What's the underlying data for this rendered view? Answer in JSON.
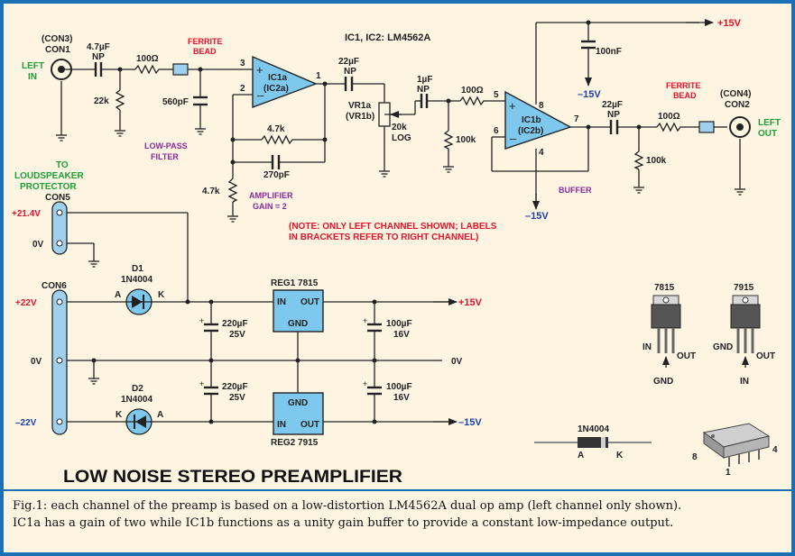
{
  "colors": {
    "border": "#1a6fb5",
    "background": "#fdf5e2",
    "opamp": "#7ec8ee",
    "ferrite": "#9fd0ee",
    "wire": "#222222",
    "red": "#e8102a",
    "green": "#1e9e3a",
    "blue": "#1a3fae",
    "purple": "#8b2a9e"
  },
  "header": {
    "ic_note": "IC1, IC2: LM4562A"
  },
  "supply_labels": {
    "p15_top": "+15V",
    "m15_ic1": "–15V",
    "m15_ic2": "–15V",
    "p21": "+21.4V",
    "p22": "+22V",
    "m22": "–22V",
    "p15_out": "+15V",
    "m15_out": "–15V",
    "ov_left1": "0V",
    "ov_left2": "0V",
    "ov_right": "0V"
  },
  "input": {
    "con3": "(CON3)",
    "con1": "CON1",
    "left": "LEFT",
    "in": "IN"
  },
  "output": {
    "con4": "(CON4)",
    "con2": "CON2",
    "left": "LEFT",
    "out": "OUT"
  },
  "components": {
    "c_in_val": "4.7µF",
    "c_in_np": "NP",
    "r_in": "100Ω",
    "ferrite1_l1": "FERRITE",
    "ferrite1_l2": "BEAD",
    "r22k": "22k",
    "c560": "560pF",
    "lowpass_l1": "LOW-PASS",
    "lowpass_l2": "FILTER",
    "r47k_fb": "4.7k",
    "c270": "270pF",
    "r47k_gnd": "4.7k",
    "amp_l1": "AMPLIFIER",
    "amp_l2": "GAIN = 2",
    "c22_1_val": "22µF",
    "c22_1_np": "NP",
    "vr_name": "VR1a",
    "vr_name2": "(VR1b)",
    "vr_val": "20k",
    "vr_log": "LOG",
    "c1_val": "1µF",
    "c1_np": "NP",
    "r100_2": "100Ω",
    "r100k_1": "100k",
    "c100n": "100nF",
    "c22_2_val": "22µF",
    "c22_2_np": "NP",
    "r100_3": "100Ω",
    "r100k_2": "100k",
    "ferrite2_l1": "FERRITE",
    "ferrite2_l2": "BEAD",
    "buffer": "BUFFER"
  },
  "opamps": {
    "ic1a": {
      "name": "IC1a",
      "name2": "(IC2a)",
      "pin_p": "3",
      "pin_n": "2",
      "pin_out": "1"
    },
    "ic1b": {
      "name": "IC1b",
      "name2": "(IC2b)",
      "pin_p": "5",
      "pin_n": "6",
      "pin_out": "7",
      "pin_vp": "8",
      "pin_vn": "4"
    }
  },
  "note": {
    "line1": "(NOTE: ONLY LEFT CHANNEL SHOWN; LABELS",
    "line2": "IN BRACKETS REFER TO RIGHT CHANNEL)"
  },
  "protector": {
    "l1": "TO",
    "l2": "LOUDSPEAKER",
    "l3": "PROTECTOR",
    "con": "CON5"
  },
  "power": {
    "con6": "CON6",
    "d1": "D1",
    "d1_part": "1N4004",
    "d2": "D2",
    "d2_part": "1N4004",
    "anode": "A",
    "cathode": "K",
    "reg1": "REG1 7815",
    "reg2": "REG2 7915",
    "pin_in": "IN",
    "pin_out": "OUT",
    "pin_gnd": "GND",
    "c220_val": "220µF",
    "c220_v": "25V",
    "c100u_val": "100µF",
    "c100u_v": "16V"
  },
  "pinouts": {
    "r7815": "7815",
    "r7915": "7915",
    "in": "IN",
    "out": "OUT",
    "gnd": "GND",
    "diode": "1N4004",
    "a": "A",
    "k": "K",
    "dip8": "8",
    "dip4": "4",
    "dip1": "1"
  },
  "title": "LOW NOISE STEREO PREAMPLIFIER",
  "caption": {
    "line1": "Fig.1: each channel of the preamp is based on a low-distortion LM4562A dual op amp (left channel only shown).",
    "line2": "IC1a has a gain of two while IC1b functions as a unity gain buffer to provide a constant low-impedance output."
  }
}
